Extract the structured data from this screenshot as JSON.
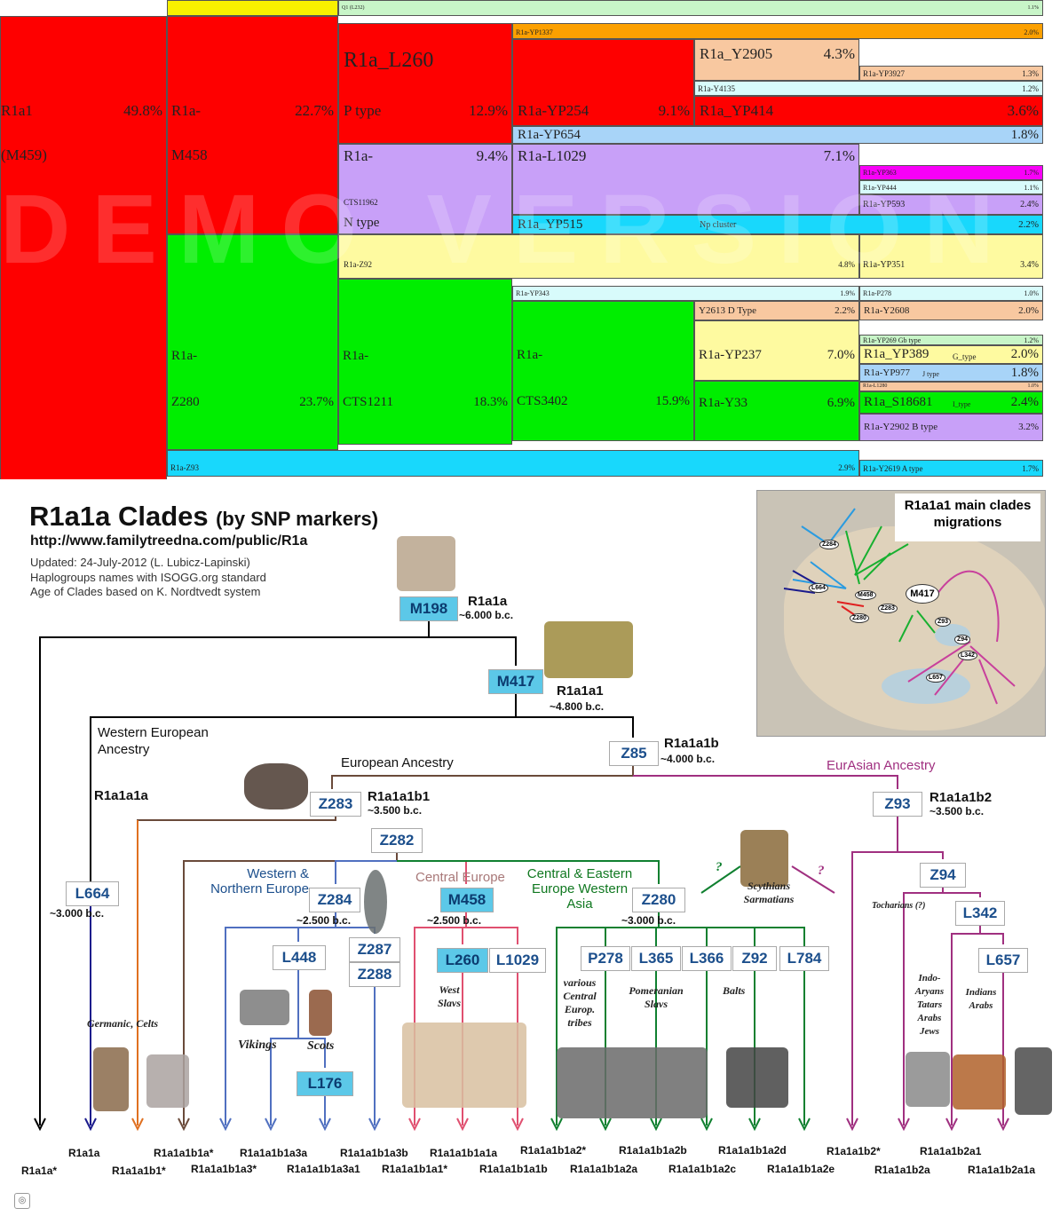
{
  "treemap": {
    "top_strip": "Q1 (L232)",
    "top_strip_pct": "1.1%",
    "r1a1": {
      "name": "R1a1",
      "pct": "49.8%",
      "sub": "(M459)"
    },
    "m458": {
      "name": "R1a-",
      "pct": "22.7%",
      "sub": "M458"
    },
    "l260": {
      "name": "R1a_L260",
      "sub": "P type",
      "pct": "12.9%"
    },
    "yp1337": {
      "name": "R1a-YP1337",
      "pct": "2.0%"
    },
    "y2905": {
      "name": "R1a_Y2905",
      "pct": "4.3%"
    },
    "yp3927": {
      "name": "R1a-YP3927",
      "pct": "1.3%"
    },
    "y4135": {
      "name": "R1a-Y4135",
      "pct": "1.2%"
    },
    "yp254": {
      "name": "R1a-YP254",
      "pct": "9.1%"
    },
    "yp414": {
      "name": "R1a_YP414",
      "pct": "3.6%"
    },
    "yp654": {
      "name": "R1a-YP654",
      "pct": "1.8%"
    },
    "cts11962": {
      "name": "R1a-",
      "pct": "9.4%",
      "sub": "CTS11962",
      "type": "N type"
    },
    "l1029": {
      "name": "R1a-L1029",
      "pct": "7.1%"
    },
    "yp363": {
      "name": "R1a-YP363",
      "pct": "1.7%"
    },
    "yp444": {
      "name": "R1a-YP444",
      "pct": "1.1%"
    },
    "yp593": {
      "name": "R1a-YP593",
      "pct": "2.4%"
    },
    "yp515": {
      "name": "R1a_YP515",
      "note": "Np cluster",
      "pct": "2.2%"
    },
    "z92": {
      "name": "R1a-Z92",
      "pct": "4.8%"
    },
    "yp351": {
      "name": "R1a-YP351",
      "pct": "3.4%"
    },
    "yp343": {
      "name": "R1a-YP343",
      "pct": "1.9%"
    },
    "p278": {
      "name": "R1a-P278",
      "pct": "1.0%"
    },
    "y2613": {
      "name": "Y2613 D Type",
      "pct": "2.2%"
    },
    "y2608": {
      "name": "R1a-Y2608",
      "pct": "2.0%"
    },
    "z280": {
      "name": "R1a-",
      "sub": "Z280",
      "pct": "23.7%"
    },
    "cts1211": {
      "name": "R1a-",
      "sub": "CTS1211",
      "pct": "18.3%"
    },
    "cts3402": {
      "name": "R1a-",
      "sub": "CTS3402",
      "pct": "15.9%"
    },
    "yp237": {
      "name": "R1a-YP237",
      "pct": "7.0%"
    },
    "yp269": {
      "name": "R1a-YP269 Gb type",
      "pct": "1.2%"
    },
    "yp389": {
      "name": "R1a_YP389",
      "type": "G_type",
      "pct": "2.0%"
    },
    "yp977": {
      "name": "R1a-YP977",
      "type": "J type",
      "pct": "1.8%"
    },
    "l1280": {
      "name": "R1a-L1280",
      "pct": "1.0%"
    },
    "y33": {
      "name": "R1a-Y33",
      "pct": "6.9%"
    },
    "s18681": {
      "name": "R1a_S18681",
      "type": "I_type",
      "pct": "2.4%"
    },
    "y2902": {
      "name": "R1a-Y2902 B type",
      "pct": "3.2%"
    },
    "z93": {
      "name": "R1a-Z93",
      "pct": "2.9%"
    },
    "y2619": {
      "name": "R1a-Y2619 A type",
      "pct": "1.7%"
    },
    "watermark": "DEMO VERSION"
  },
  "diagram": {
    "title": "R1a1a Clades",
    "title_suffix": "(by SNP markers)",
    "url": "http://www.familytreedna.com/public/R1a",
    "info": [
      "Updated: 24-July-2012 (L. Lubicz-Lapinski)",
      "Haplogroups names with ISOGG.org standard",
      "Age of Clades based on K. Nordtvedt system"
    ],
    "map_title": "R1a1a1 main clades migrations",
    "map_tags": {
      "m417": "M417",
      "z283": "Z283",
      "z280": "Z280",
      "z93": "Z93",
      "z94": "Z94",
      "l342": "L342",
      "l657": "L657",
      "l664": "L664",
      "m458": "M458",
      "z284": "Z284"
    },
    "nodes": {
      "m198": "M198",
      "m417": "M417",
      "z85": "Z85",
      "z283": "Z283",
      "z282": "Z282",
      "z93": "Z93",
      "l664": "L664",
      "z284": "Z284",
      "m458": "M458",
      "z280": "Z280",
      "z94": "Z94",
      "l342": "L342",
      "l448": "L448",
      "z287": "Z287",
      "z288": "Z288",
      "l260": "L260",
      "l1029": "L1029",
      "p278": "P278",
      "l365": "L365",
      "l366": "L366",
      "z92": "Z92",
      "l784": "L784",
      "l657": "L657",
      "l176": "L176"
    },
    "labels": {
      "r1a1a": "R1a1a",
      "r1a1a_age": "~6.000 b.c.",
      "r1a1a1": "R1a1a1",
      "r1a1a1_age": "~4.800 b.c.",
      "r1a1a1b": "R1a1a1b",
      "r1a1a1b_age": "~4.000 b.c.",
      "r1a1a1b1": "R1a1a1b1",
      "r1a1a1b1_age": "~3.500 b.c.",
      "r1a1a1b2": "R1a1a1b2",
      "r1a1a1b2_age": "~3.500 b.c.",
      "r1a1a1a": "R1a1a1a",
      "l664_age": "~3.000 b.c.",
      "z284_age": "~2.500 b.c.",
      "m458_age": "~2.500 b.c.",
      "z280_age": "~3.000 b.c."
    },
    "ancestry": {
      "western": "Western European Ancestry",
      "european": "European Ancestry",
      "eurasian": "EurAsian Ancestry"
    },
    "regions": {
      "wn": "Western & Northern Europe",
      "central": "Central Europe",
      "ce": "Central & Eastern Europe Western Asia"
    },
    "peoples": {
      "germanic": "Germanic, Celts",
      "vikings": "Vikings",
      "scots": "Scots",
      "westslavs": "West Slavs",
      "various": "various Central Europ. tribes",
      "pomeranian": "Pomeranian Slavs",
      "balts": "Balts",
      "scythians": "Scythians Sarmatians",
      "tocharians": "Tocharians (?)",
      "indoaryans": "Indo- Aryans Tatars Arabs Jews",
      "indians": "Indians Arabs",
      "q": "?"
    },
    "bottom_top": [
      "R1a1a",
      "R1a1a1b1a*",
      "R1a1a1b1a3a",
      "R1a1a1b1a3b",
      "R1a1a1b1a1a",
      "R1a1a1b1a2*",
      "R1a1a1b1a2b",
      "R1a1a1b1a2d",
      "R1a1a1b2*",
      "R1a1a1b2a1"
    ],
    "bottom_bot": [
      "R1a1a*",
      "R1a1a1b1*",
      "R1a1a1b1a3*",
      "R1a1a1b1a3a1",
      "R1a1a1b1a1*",
      "R1a1a1b1a1b",
      "R1a1a1b1a2a",
      "R1a1a1b1a2c",
      "R1a1a1b1a2e",
      "R1a1a1b2a",
      "R1a1a1b2a1a"
    ]
  }
}
